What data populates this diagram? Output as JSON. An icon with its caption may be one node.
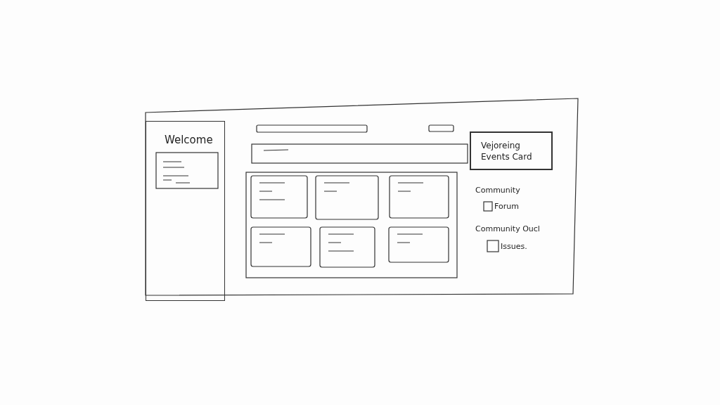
{
  "diagram": {
    "nodes": [
      {
        "text": [
          "Welcome"
        ]
      },
      {
        "text": [
          "Vejoreing Events Card"
        ]
      }
    ],
    "labels": [
      "Community",
      "Forum",
      "Community Oucl",
      "Issues."
    ]
  }
}
